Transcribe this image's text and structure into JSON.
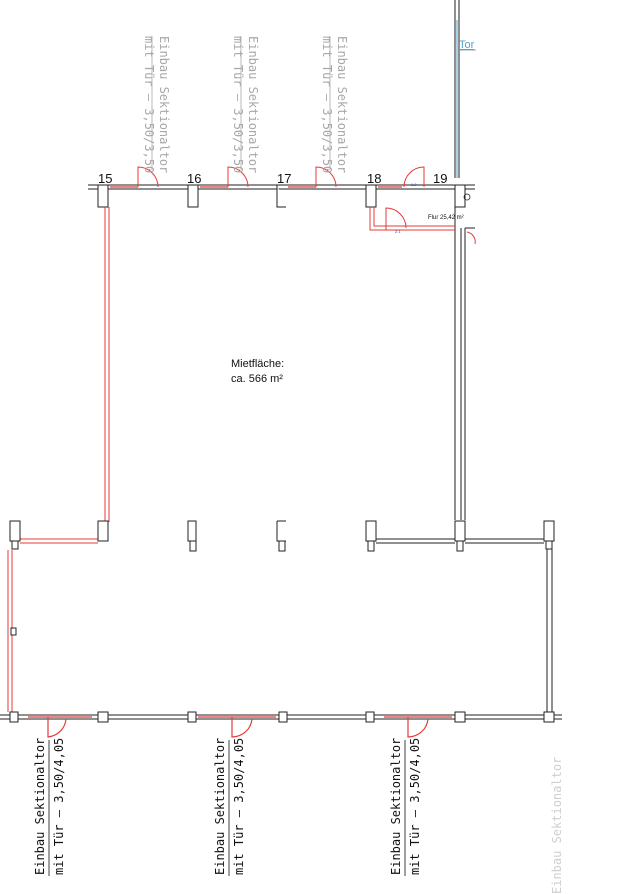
{
  "colors": {
    "wall": "#222222",
    "partition": "#e43a3a",
    "label_gray": "#a8a8a8",
    "label_dark": "#111111",
    "tor_blue": "#5aa0c8",
    "tiny_blue": "#2a3cc8"
  },
  "grid_axes": [
    "15",
    "16",
    "17",
    "18",
    "19"
  ],
  "door_labels_top": {
    "line1": "Einbau Sektionaltor",
    "line2": "mit Tür – 3,50/3,50"
  },
  "door_labels_bottom": {
    "line1": "Einbau Sektionaltor",
    "line2": "mit Tür – 3,50/4,05"
  },
  "door_label_bottom_partial": "Einbau Sektionaltor",
  "tor_label": "Tor",
  "flur_label": "Flur 25,42 m²",
  "area_label": {
    "line1": "Mietfläche:",
    "line2": "ca. 566 m²"
  },
  "small_marks": [
    "1.0",
    "2.1"
  ]
}
